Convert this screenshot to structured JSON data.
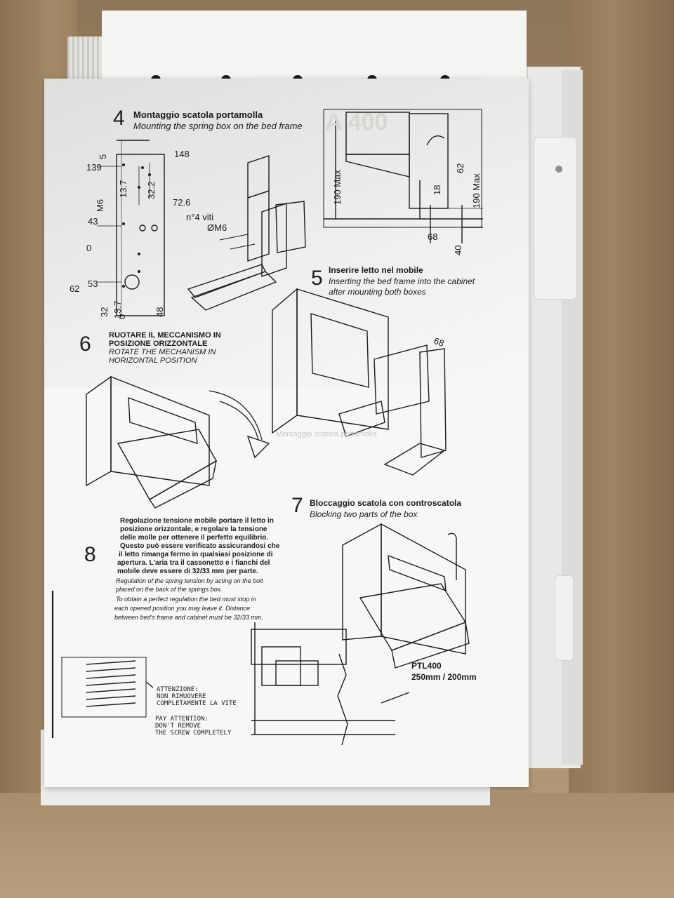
{
  "steps": {
    "s4": {
      "number": "4",
      "title_it": "Montaggio scatola portamolla",
      "title_en": "Mounting the spring box on the bed frame"
    },
    "s5": {
      "number": "5",
      "title_it": "Inserire letto nel mobile",
      "title_en_1": "Inserting the bed frame into the cabinet",
      "title_en_2": "after mounting both boxes"
    },
    "s6": {
      "number": "6",
      "title_it_1": "RUOTARE IL MECCANISMO IN",
      "title_it_2": "POSIZIONE ORIZZONTALE",
      "title_en_1": "ROTATE THE MECHANISM IN",
      "title_en_2": "HORIZONTAL POSITION"
    },
    "s7": {
      "number": "7",
      "title_it": "Bloccaggio scatola con  controscatola",
      "title_en": "Blocking two parts of the box"
    },
    "s8": {
      "number": "8",
      "it_lines": [
        "Regolazione tensione mobile portare il letto in",
        "posizione orizzontale, e regolare la tensione",
        "delle molle per ottenere il perfetto equilibrio.",
        "Questo può essere verificato assicurandosi che",
        "il letto rimanga fermo in qualsiasi posizione di",
        "apertura. L'aria tra il cassonetto e i fianchi del",
        "mobile deve essere di 32/33 mm per parte."
      ],
      "en_lines": [
        "Regulation of the spring tension by acting on the bolt",
        "placed on the back of the springs box.",
        "To obtain a perfect regulation the bed must stop in",
        "each opened position you may leave it. Distance",
        "between bed's  frame and cabinet must be 32/33 mm."
      ],
      "warn_it_1": "ATTENZIONE:",
      "warn_it_2": "NON RIMUOVERE",
      "warn_it_3": "COMPLETAMENTE LA VITE",
      "warn_en_1": "PAY ATTENTION:",
      "warn_en_2": "DON'T REMOVE",
      "warn_en_3": "THE SCREW COMPLETELY"
    }
  },
  "dimensions": {
    "d148": "148",
    "d139": "139",
    "d5": "5",
    "d13_7a": "13.7",
    "d32_2": "32.2",
    "d72_6": "72.6",
    "m6": "M6",
    "d43": "43",
    "d0a": "0",
    "d53": "53",
    "d62": "62",
    "d32": "32",
    "d13_7b": "13.7",
    "d0b": "0",
    "d48": "48",
    "screws_1": "n°4 viti",
    "screws_2": "ØM6",
    "d190max_a": "190 Max",
    "d18": "18",
    "d62b": "62",
    "d190max_b": "190 Max",
    "d68a": "68",
    "d40": "40",
    "d68b": "68"
  },
  "product": {
    "model": "PTL400",
    "size": "250mm / 200mm"
  },
  "ghost": {
    "title": "A 400",
    "line": "Montaggio scatola portamolla"
  }
}
